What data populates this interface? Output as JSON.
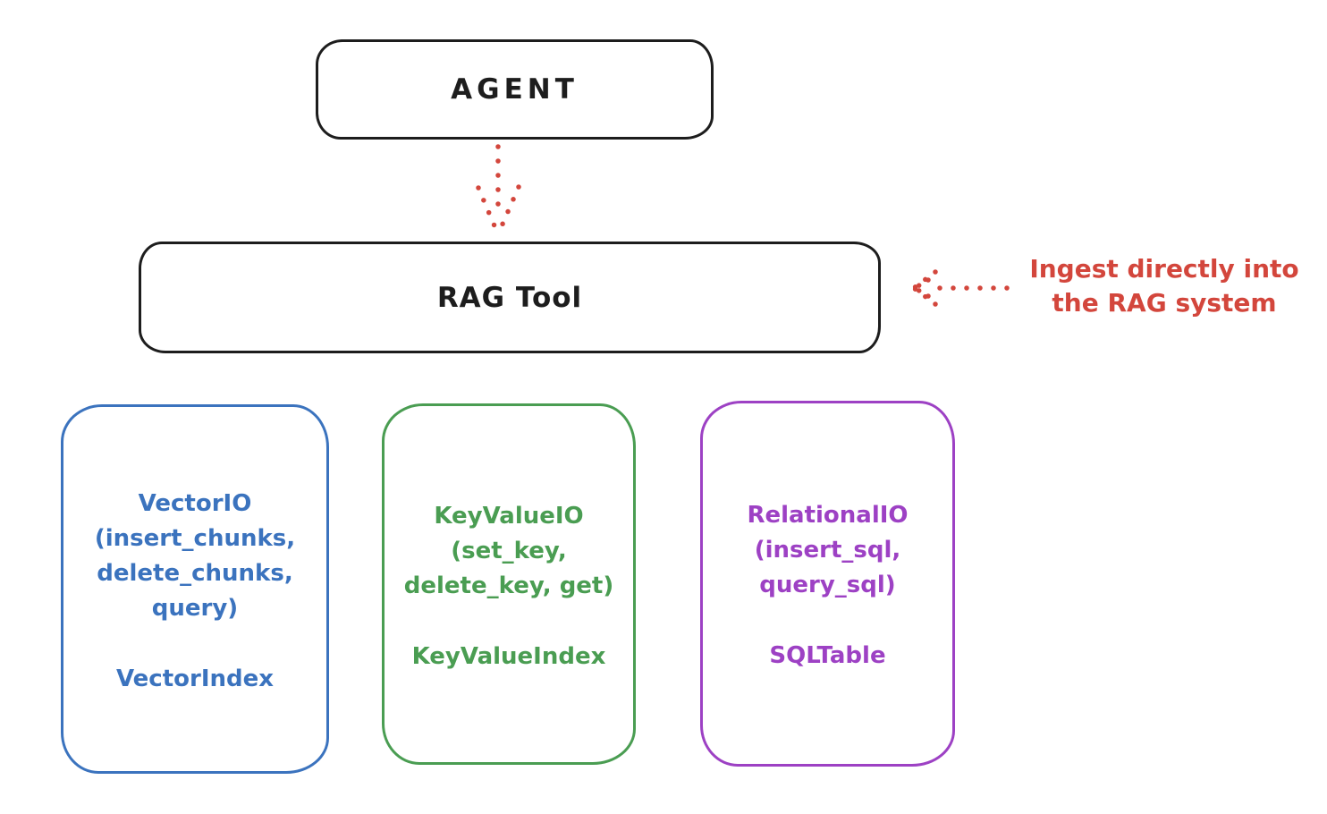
{
  "canvas": {
    "background": "#ffffff",
    "ink_color": "#1d1d1d",
    "accent_red": "#d3463c",
    "accent_blue": "#3b73be",
    "accent_green": "#4a9d52",
    "accent_purple": "#9d41c4"
  },
  "agent_box": {
    "label": "AGENT"
  },
  "rag_box": {
    "label": "RAG Tool"
  },
  "annotation": {
    "text": "Ingest directly into\nthe RAG system",
    "color": "#d3463c"
  },
  "arrows": [
    {
      "name": "agent-to-rag-arrow",
      "style": "dotted",
      "direction": "down",
      "color": "#d3463c"
    },
    {
      "name": "ingest-into-rag-arrow",
      "style": "dotted",
      "direction": "left",
      "color": "#d3463c"
    }
  ],
  "io_boxes": [
    {
      "name": "vector-io",
      "title": "VectorIO\n(insert_chunks,\ndelete_chunks,\nquery)",
      "index_label": "VectorIndex",
      "color": "#3b73be"
    },
    {
      "name": "keyvalue-io",
      "title": "KeyValueIO\n(set_key,\ndelete_key, get)",
      "index_label": "KeyValueIndex",
      "color": "#4a9d52"
    },
    {
      "name": "relational-io",
      "title": "RelationalIO\n(insert_sql,\nquery_sql)",
      "index_label": "SQLTable",
      "color": "#9d41c4"
    }
  ]
}
